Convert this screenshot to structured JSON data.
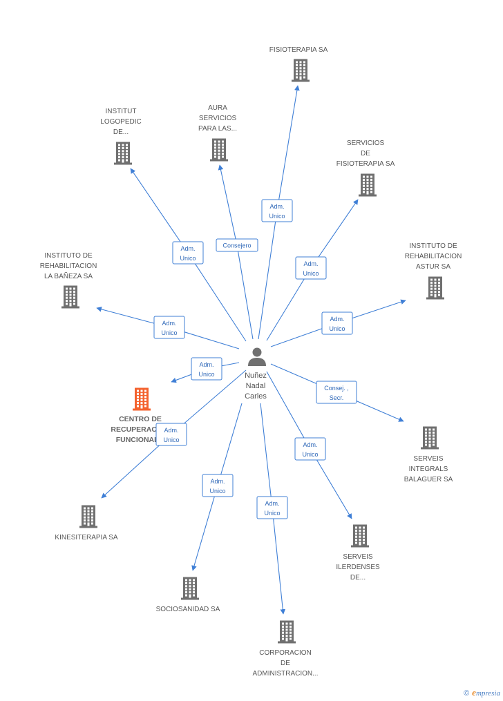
{
  "colors": {
    "edge": "#3f7fd6",
    "building": "#707070",
    "highlight": "#f4622e"
  },
  "center": {
    "label_lines": [
      "Nuñez",
      "Nadal",
      "Carles"
    ],
    "icon": "person-icon"
  },
  "companies": [
    {
      "id": "fisioterapia",
      "label_lines": [
        "FISIOTERAPIA SA"
      ]
    },
    {
      "id": "institut-logopedic",
      "label_lines": [
        "INSTITUT",
        "LOGOPEDIC",
        "DE..."
      ]
    },
    {
      "id": "aura",
      "label_lines": [
        "AURA",
        "SERVICIOS",
        "PARA LAS..."
      ]
    },
    {
      "id": "servicios-fisioterapia",
      "label_lines": [
        "SERVICIOS",
        "DE",
        "FISIOTERAPIA SA"
      ]
    },
    {
      "id": "instituto-banieza",
      "label_lines": [
        "INSTITUTO DE",
        "REHABILITACION",
        "LA BAÑEZA SA"
      ]
    },
    {
      "id": "instituto-astur",
      "label_lines": [
        "INSTITUTO DE",
        "REHABILITACION",
        "ASTUR SA"
      ]
    },
    {
      "id": "centro",
      "label_lines": [
        "CENTRO DE",
        "RECUPERACION",
        "FUNCIONAL..."
      ],
      "highlight": true
    },
    {
      "id": "serveis-balaguer",
      "label_lines": [
        "SERVEIS",
        "INTEGRALS",
        "BALAGUER SA"
      ]
    },
    {
      "id": "kinesiterapia",
      "label_lines": [
        "KINESITERAPIA SA"
      ]
    },
    {
      "id": "serveis-ilerdenses",
      "label_lines": [
        "SERVEIS",
        "ILERDENSES",
        "DE..."
      ]
    },
    {
      "id": "sociosanidad",
      "label_lines": [
        "SOCIOSANIDAD SA"
      ]
    },
    {
      "id": "corporacion",
      "label_lines": [
        "CORPORACION",
        "DE",
        "ADMINISTRACION..."
      ]
    }
  ],
  "relations": [
    {
      "target": "fisioterapia",
      "label_lines": [
        "Adm.",
        "Unico"
      ]
    },
    {
      "target": "institut-logopedic",
      "label_lines": [
        "Adm.",
        "Unico"
      ]
    },
    {
      "target": "aura",
      "label_lines": [
        "Consejero"
      ]
    },
    {
      "target": "servicios-fisioterapia",
      "label_lines": [
        "Adm.",
        "Unico"
      ]
    },
    {
      "target": "instituto-banieza",
      "label_lines": [
        "Adm.",
        "Unico"
      ]
    },
    {
      "target": "instituto-astur",
      "label_lines": [
        "Adm.",
        "Unico"
      ]
    },
    {
      "target": "centro",
      "label_lines": [
        "Adm.",
        "Unico"
      ]
    },
    {
      "target": "serveis-balaguer",
      "label_lines": [
        "Consej. ,",
        "Secr."
      ]
    },
    {
      "target": "kinesiterapia",
      "label_lines": [
        "Adm.",
        "Unico"
      ]
    },
    {
      "target": "serveis-ilerdenses",
      "label_lines": [
        "Adm.",
        "Unico"
      ]
    },
    {
      "target": "sociosanidad",
      "label_lines": [
        "Adm.",
        "Unico"
      ]
    },
    {
      "target": "corporacion",
      "label_lines": [
        "Adm.",
        "Unico"
      ]
    }
  ],
  "footer": {
    "copyright": "©",
    "brand_initial": "e",
    "brand_rest": "mpresia"
  }
}
